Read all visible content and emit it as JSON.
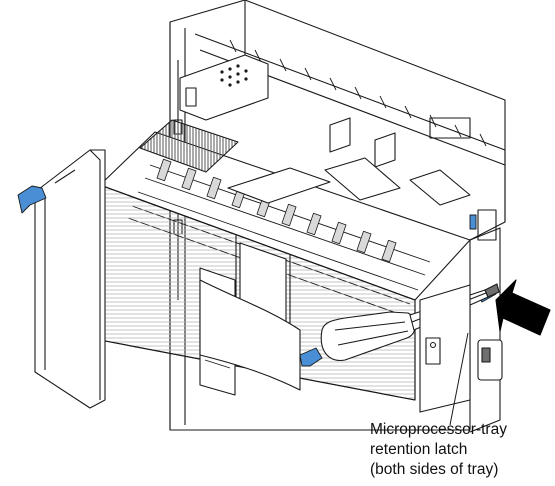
{
  "callout": {
    "line1": "Microprocessor-tray",
    "line2": "retention latch",
    "line3": "(both sides of tray)"
  },
  "colors": {
    "line": "#1a1a1a",
    "fill": "#ffffff",
    "shade": "#d9d9d9",
    "dark": "#6e6e6e",
    "accent": "#4a8fd6",
    "arrow": "#000000"
  },
  "icons": [
    "screwdriver-icon",
    "push-arrow-icon",
    "latch-icon",
    "release-lever-icon"
  ]
}
